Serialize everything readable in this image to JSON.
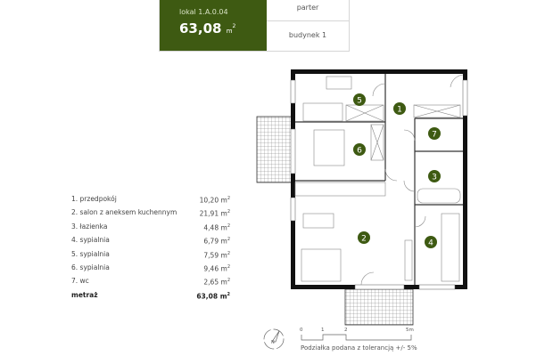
{
  "header": {
    "unit_label": "lokal 1.A.0.04",
    "area_value": "63,08",
    "area_unit": "m",
    "area_unit_sup": "2",
    "floor": "parter",
    "building": "budynek 1"
  },
  "rooms": [
    {
      "name": "1. przedpokój",
      "area": "10,20"
    },
    {
      "name": "2. salon z aneksem kuchennym",
      "area": "21,91"
    },
    {
      "name": "3. łazienka",
      "area": "4,48"
    },
    {
      "name": "4. sypialnia",
      "area": "6,79"
    },
    {
      "name": "5. sypialnia",
      "area": "7,59"
    },
    {
      "name": "6. sypialnia",
      "area": "9,46"
    },
    {
      "name": "7. wc",
      "area": "2,65"
    }
  ],
  "total": {
    "name": "metraż",
    "area": "63,08"
  },
  "unit": "m",
  "unit_sup": "2",
  "plan": {
    "markers": [
      "1",
      "2",
      "3",
      "4",
      "5",
      "6",
      "7"
    ],
    "marker_color": "#3e5a12",
    "compass_label": "N"
  },
  "scale": {
    "ticks": [
      "0",
      "1",
      "2",
      "5m"
    ],
    "note": "Podziałka podana z tolerancją +/- 5%"
  },
  "colors": {
    "accent": "#3e5a12"
  }
}
